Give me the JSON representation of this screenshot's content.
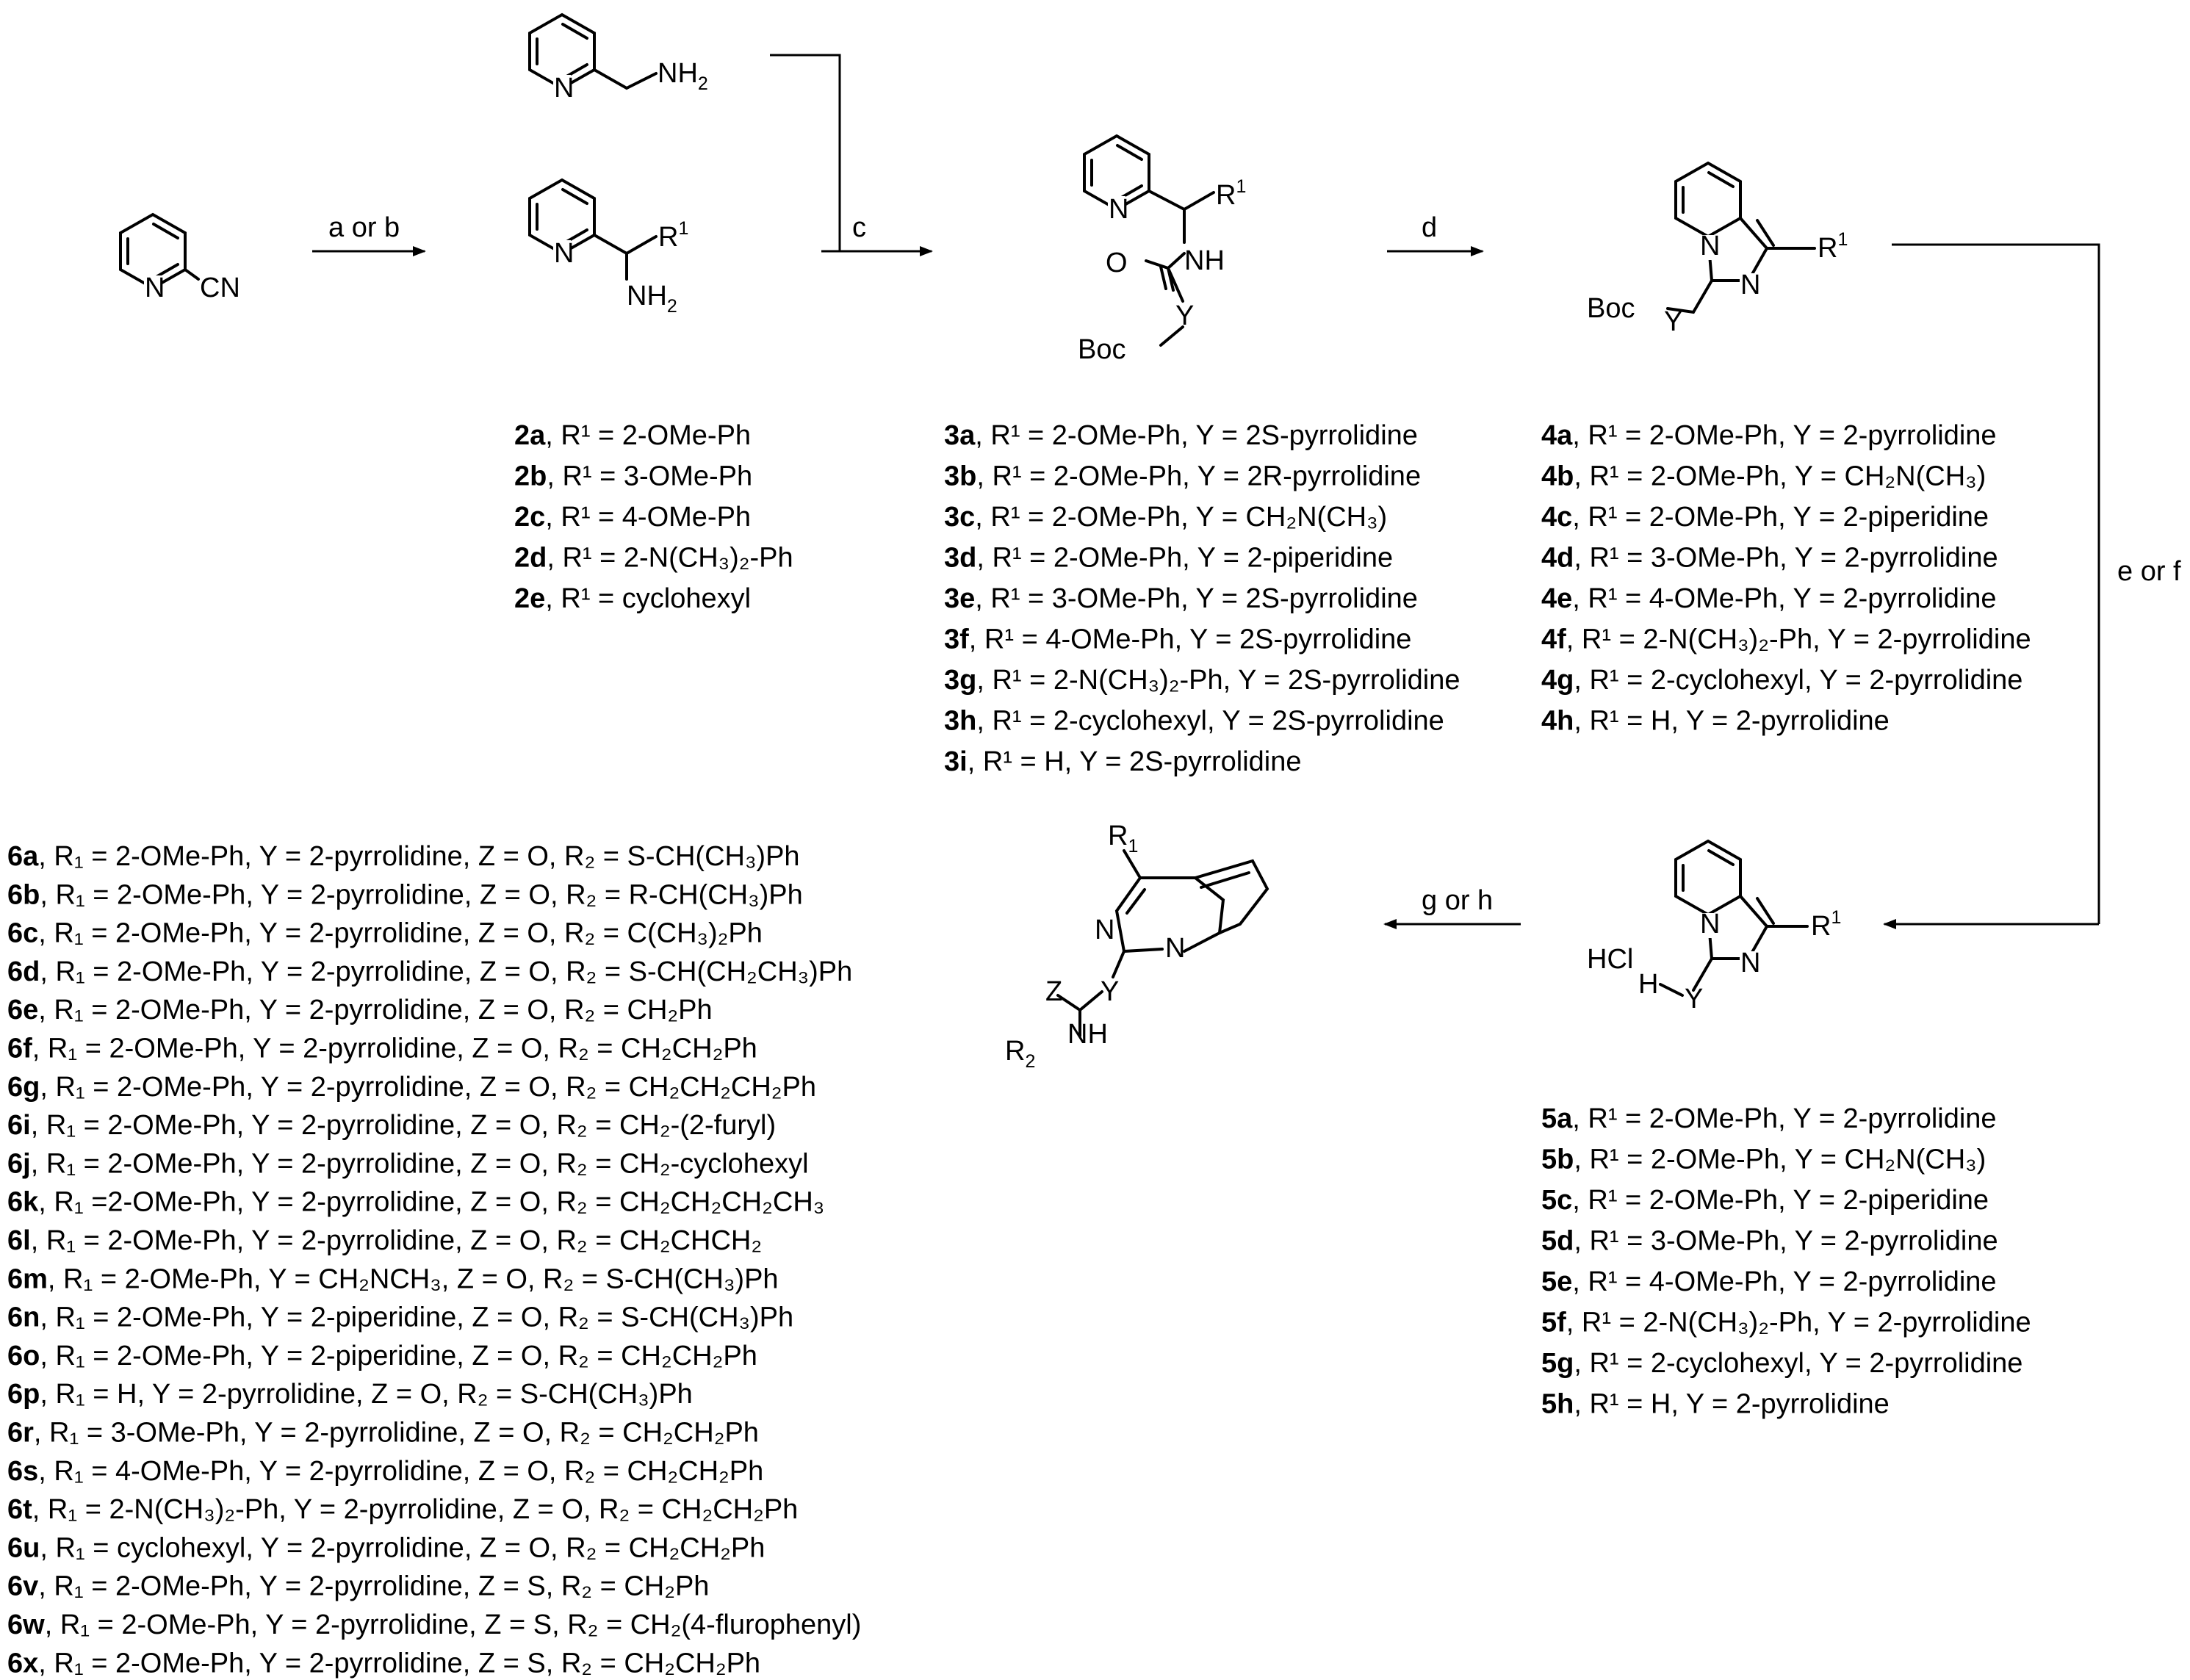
{
  "reagents": {
    "nitrile_cn": "CN",
    "picolylamine_nh2": "NH",
    "picolylamine_nh2_sub": "2"
  },
  "steps": {
    "step1": "a or b",
    "step2": "c",
    "step3": "d",
    "step4": "e or f",
    "step5": "g or h"
  },
  "atoms": {
    "N": "N",
    "R": "R",
    "sup1": "1",
    "sub1": "1",
    "sub2": "2",
    "NH": "NH",
    "NH2": "NH",
    "O": "O",
    "Y": "Y",
    "Boc": "Boc",
    "HCl": "HCl",
    "H": "H",
    "Z": "Z"
  },
  "compounds2": [
    {
      "id": "2a",
      "text": ", R¹ = 2-OMe-Ph"
    },
    {
      "id": "2b",
      "text": ", R¹ = 3-OMe-Ph"
    },
    {
      "id": "2c",
      "text": ", R¹ = 4-OMe-Ph"
    },
    {
      "id": "2d",
      "text": ", R¹ = 2-N(CH₃)₂-Ph"
    },
    {
      "id": "2e",
      "text": ", R¹ = cyclohexyl"
    }
  ],
  "compounds3": [
    {
      "id": "3a",
      "text": ", R¹ = 2-OMe-Ph, Y = 2S-pyrrolidine"
    },
    {
      "id": "3b",
      "text": ", R¹ = 2-OMe-Ph, Y = 2R-pyrrolidine"
    },
    {
      "id": "3c",
      "text": ", R¹ = 2-OMe-Ph, Y = CH₂N(CH₃)"
    },
    {
      "id": "3d",
      "text": ", R¹ = 2-OMe-Ph, Y = 2-piperidine"
    },
    {
      "id": "3e",
      "text": ", R¹ = 3-OMe-Ph, Y = 2S-pyrrolidine"
    },
    {
      "id": "3f",
      "text": ", R¹ = 4-OMe-Ph, Y = 2S-pyrrolidine"
    },
    {
      "id": "3g",
      "text": ", R¹ = 2-N(CH₃)₂-Ph, Y = 2S-pyrrolidine"
    },
    {
      "id": "3h",
      "text": ", R¹ = 2-cyclohexyl, Y = 2S-pyrrolidine"
    },
    {
      "id": "3i",
      "text": ", R¹ = H, Y = 2S-pyrrolidine"
    }
  ],
  "compounds4": [
    {
      "id": "4a",
      "text": ", R¹ = 2-OMe-Ph, Y = 2-pyrrolidine"
    },
    {
      "id": "4b",
      "text": ", R¹ = 2-OMe-Ph, Y = CH₂N(CH₃)"
    },
    {
      "id": "4c",
      "text": ", R¹ = 2-OMe-Ph, Y = 2-piperidine"
    },
    {
      "id": "4d",
      "text": ", R¹ = 3-OMe-Ph, Y = 2-pyrrolidine"
    },
    {
      "id": "4e",
      "text": ", R¹ = 4-OMe-Ph, Y = 2-pyrrolidine"
    },
    {
      "id": "4f",
      "text": ", R¹ = 2-N(CH₃)₂-Ph, Y = 2-pyrrolidine"
    },
    {
      "id": "4g",
      "text": ", R¹ = 2-cyclohexyl, Y = 2-pyrrolidine"
    },
    {
      "id": "4h",
      "text": ", R¹ = H, Y = 2-pyrrolidine"
    }
  ],
  "compounds5": [
    {
      "id": "5a",
      "text": ", R¹ = 2-OMe-Ph, Y = 2-pyrrolidine"
    },
    {
      "id": "5b",
      "text": ", R¹ = 2-OMe-Ph, Y = CH₂N(CH₃)"
    },
    {
      "id": "5c",
      "text": ", R¹ = 2-OMe-Ph, Y = 2-piperidine"
    },
    {
      "id": "5d",
      "text": ", R¹ = 3-OMe-Ph, Y = 2-pyrrolidine"
    },
    {
      "id": "5e",
      "text": ", R¹ = 4-OMe-Ph, Y = 2-pyrrolidine"
    },
    {
      "id": "5f",
      "text": ", R¹ = 2-N(CH₃)₂-Ph, Y = 2-pyrrolidine"
    },
    {
      "id": "5g",
      "text": ", R¹ = 2-cyclohexyl, Y = 2-pyrrolidine"
    },
    {
      "id": "5h",
      "text": ", R¹ = H, Y = 2-pyrrolidine"
    }
  ],
  "compounds6": [
    {
      "id": "6a",
      "text": ", R₁ = 2-OMe-Ph, Y = 2-pyrrolidine, Z = O, R₂ = S-CH(CH₃)Ph"
    },
    {
      "id": "6b",
      "text": ", R₁ = 2-OMe-Ph, Y = 2-pyrrolidine, Z = O, R₂ = R-CH(CH₃)Ph"
    },
    {
      "id": "6c",
      "text": ", R₁ = 2-OMe-Ph, Y = 2-pyrrolidine, Z = O, R₂ = C(CH₃)₂Ph"
    },
    {
      "id": "6d",
      "text": ", R₁ = 2-OMe-Ph, Y = 2-pyrrolidine, Z = O, R₂ = S-CH(CH₂CH₃)Ph"
    },
    {
      "id": "6e",
      "text": ", R₁ = 2-OMe-Ph, Y = 2-pyrrolidine, Z = O, R₂ = CH₂Ph"
    },
    {
      "id": "6f",
      "text": ", R₁ = 2-OMe-Ph, Y = 2-pyrrolidine, Z = O, R₂ = CH₂CH₂Ph"
    },
    {
      "id": "6g",
      "text": ", R₁ = 2-OMe-Ph, Y = 2-pyrrolidine, Z = O, R₂ = CH₂CH₂CH₂Ph"
    },
    {
      "id": "6i",
      "text": ", R₁ = 2-OMe-Ph, Y = 2-pyrrolidine, Z = O, R₂ = CH₂-(2-furyl)"
    },
    {
      "id": "6j",
      "text": ", R₁ = 2-OMe-Ph, Y = 2-pyrrolidine, Z = O, R₂ = CH₂-cyclohexyl"
    },
    {
      "id": "6k",
      "text": ", R₁ =2-OMe-Ph, Y = 2-pyrrolidine, Z = O, R₂ = CH₂CH₂CH₂CH₃"
    },
    {
      "id": "6l",
      "text": ", R₁ = 2-OMe-Ph, Y = 2-pyrrolidine, Z = O, R₂ = CH₂CHCH₂"
    },
    {
      "id": "6m",
      "text": ", R₁ = 2-OMe-Ph, Y = CH₂NCH₃, Z = O, R₂ = S-CH(CH₃)Ph"
    },
    {
      "id": "6n",
      "text": ", R₁ = 2-OMe-Ph, Y = 2-piperidine, Z = O, R₂ = S-CH(CH₃)Ph"
    },
    {
      "id": "6o",
      "text": ", R₁ = 2-OMe-Ph, Y = 2-piperidine, Z = O, R₂ = CH₂CH₂Ph"
    },
    {
      "id": "6p",
      "text": ", R₁ = H, Y = 2-pyrrolidine, Z = O, R₂ = S-CH(CH₃)Ph"
    },
    {
      "id": "6r",
      "text": ", R₁ = 3-OMe-Ph, Y = 2-pyrrolidine, Z = O, R₂ = CH₂CH₂Ph"
    },
    {
      "id": "6s",
      "text": ", R₁ = 4-OMe-Ph, Y = 2-pyrrolidine, Z = O, R₂ = CH₂CH₂Ph"
    },
    {
      "id": "6t",
      "text": ", R₁ = 2-N(CH₃)₂-Ph, Y = 2-pyrrolidine, Z = O, R₂ = CH₂CH₂Ph"
    },
    {
      "id": "6u",
      "text": ", R₁ = cyclohexyl, Y = 2-pyrrolidine, Z = O, R₂ = CH₂CH₂Ph"
    },
    {
      "id": "6v",
      "text": ", R₁ = 2-OMe-Ph, Y = 2-pyrrolidine, Z = S, R₂ = CH₂Ph"
    },
    {
      "id": "6w",
      "text": ", R₁ = 2-OMe-Ph, Y = 2-pyrrolidine, Z = S, R₂ = CH₂(4-flurophenyl)"
    },
    {
      "id": "6x",
      "text": ", R₁ = 2-OMe-Ph, Y = 2-pyrrolidine, Z = S, R₂ = CH₂CH₂Ph"
    }
  ]
}
